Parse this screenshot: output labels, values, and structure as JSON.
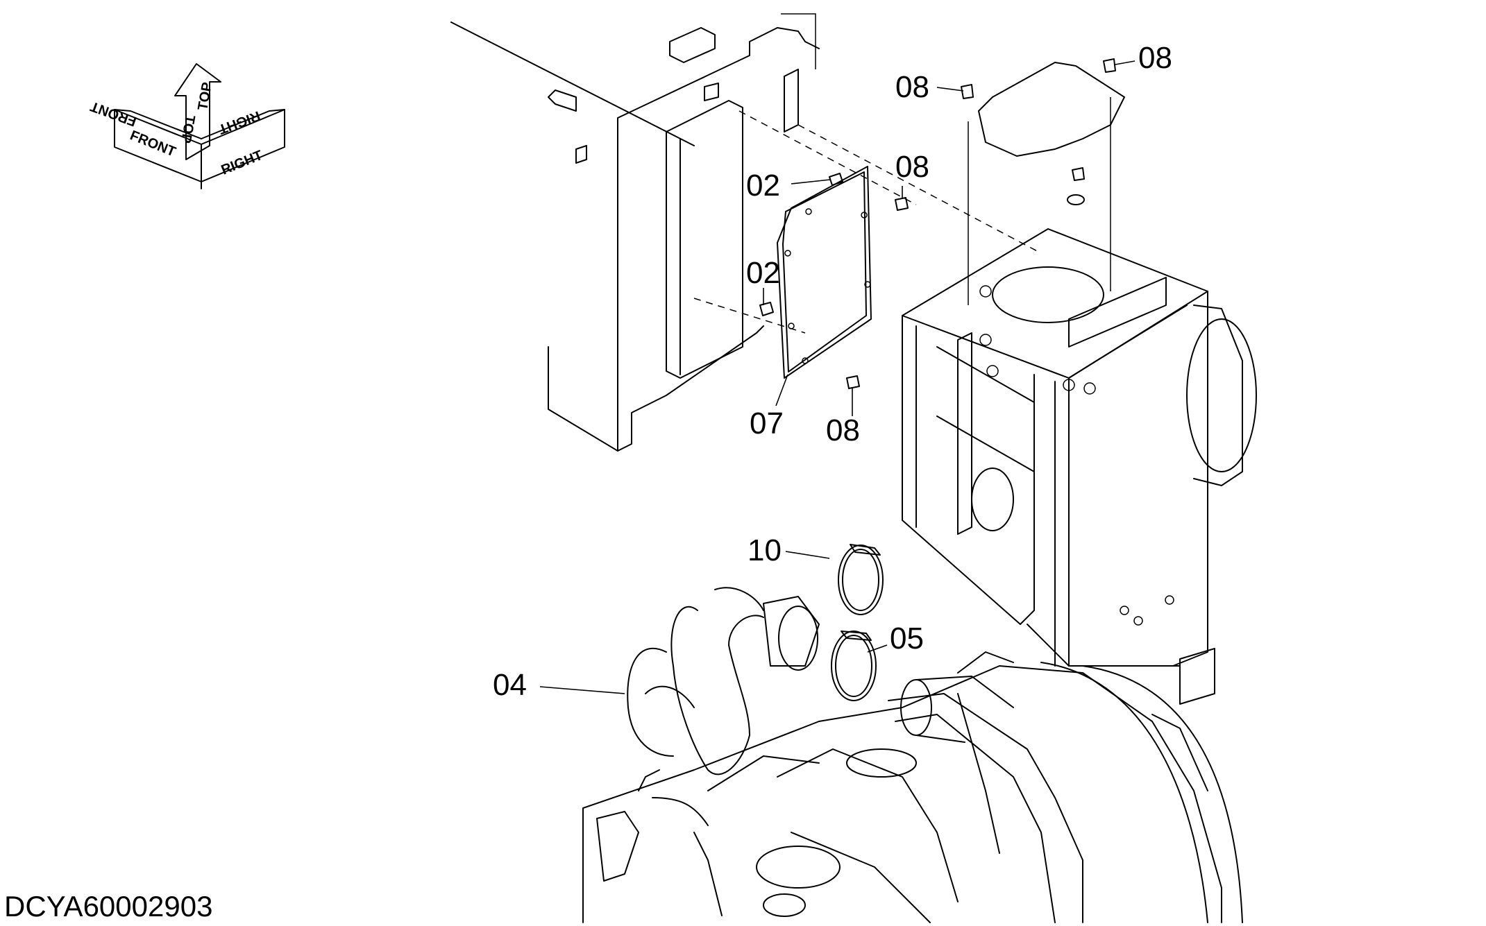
{
  "orientation": {
    "front": "FRONT",
    "front_mirror": "FRONT",
    "top": "TOP",
    "top_mirror": "TOP",
    "right": "RIGHT",
    "right_mirror": "RIGHT"
  },
  "callouts": [
    {
      "id": "08",
      "text": "08"
    },
    {
      "id": "08",
      "text": "08"
    },
    {
      "id": "02",
      "text": "02"
    },
    {
      "id": "08",
      "text": "08"
    },
    {
      "id": "02",
      "text": "02"
    },
    {
      "id": "07",
      "text": "07"
    },
    {
      "id": "08",
      "text": "08"
    },
    {
      "id": "10",
      "text": "10"
    },
    {
      "id": "05",
      "text": "05"
    },
    {
      "id": "04",
      "text": "04"
    }
  ],
  "drawing_code": "DCYA60002903"
}
